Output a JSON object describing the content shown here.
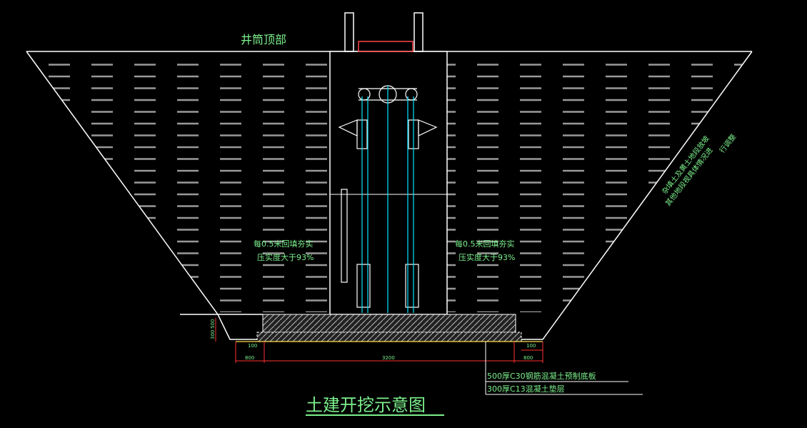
{
  "labels": {
    "shaft_top": "井筒顶部",
    "backfill_left_1": "每0.5米回填夯实",
    "backfill_left_2": "压实度大于93%",
    "backfill_right_1": "每0.5米回填夯实",
    "backfill_right_2": "压实度大于93%",
    "slope_note_1": "杂填土及黄土地段放坡",
    "slope_note_2": "其他地段视具体情况进",
    "slope_note_3": "行调整",
    "base_slab": "500厚C30钢筋混凝土预制底板",
    "cushion": "300厚C13混凝土垫层",
    "title": "土建开挖示意图"
  },
  "dimensions": {
    "h1": "500",
    "h2": "300",
    "left_offset": "100",
    "right_offset": "100",
    "left_width": "800",
    "base_width": "3200",
    "right_width": "800"
  },
  "colors": {
    "text": "#7CF08C",
    "line": "#FFFFFF",
    "dim": "#FF3030",
    "cyan": "#00E5FF",
    "yellow": "#FFE04A"
  }
}
